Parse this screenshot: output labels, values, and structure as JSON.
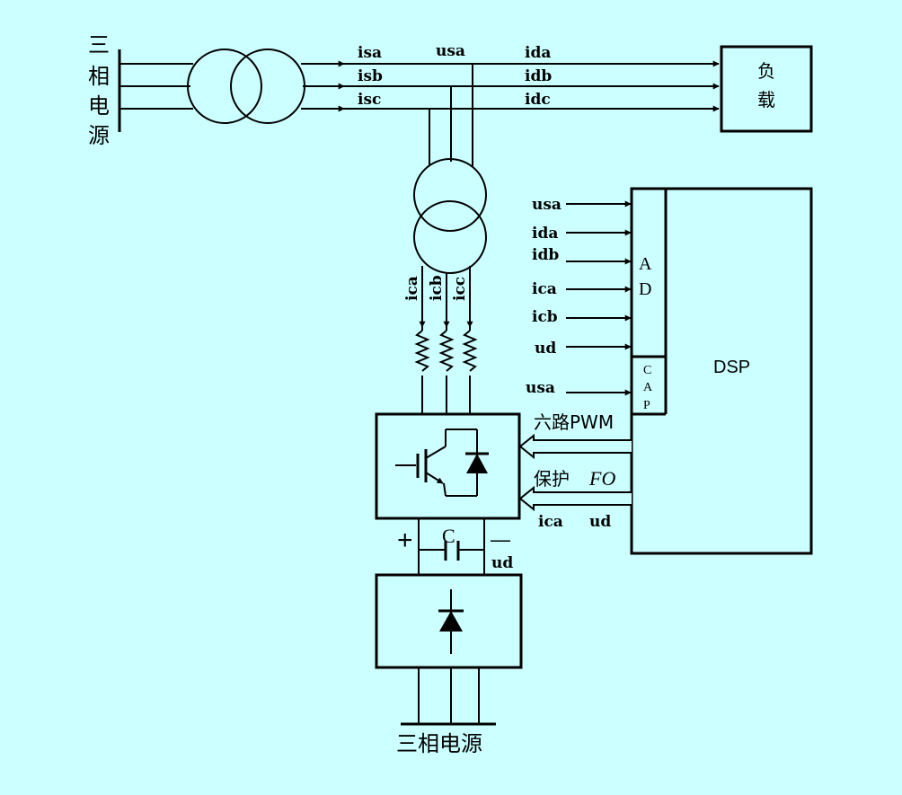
{
  "grid_source": {
    "label": "三相电源",
    "chars": [
      "三",
      "相",
      "电",
      "源"
    ]
  },
  "load": {
    "chars": [
      "负",
      "载"
    ]
  },
  "line_labels": {
    "isa": "isa",
    "isb": "isb",
    "isc": "isc",
    "usa": "usa",
    "ida": "ida",
    "idb": "idb",
    "idc": "idc"
  },
  "comp_labels": {
    "ica": "ica",
    "icb": "icb",
    "icc": "icc"
  },
  "dsp": {
    "label": "DSP",
    "ad_chars": [
      "A",
      "D"
    ],
    "cap_chars": [
      "C",
      "A",
      "P"
    ],
    "inputs": [
      "usa",
      "ida",
      "idb",
      "ica",
      "icb",
      "ud"
    ],
    "cap_input": "usa",
    "pwm_label": "六路PWM",
    "protect_label": "保护",
    "fo_label": "FO",
    "feedback": {
      "ica": "ica",
      "ud": "ud"
    }
  },
  "dc_link": {
    "plus": "+",
    "minus": "—",
    "cap": "C",
    "voltage": "ud"
  },
  "bottom_source": {
    "label": "三相电源"
  }
}
